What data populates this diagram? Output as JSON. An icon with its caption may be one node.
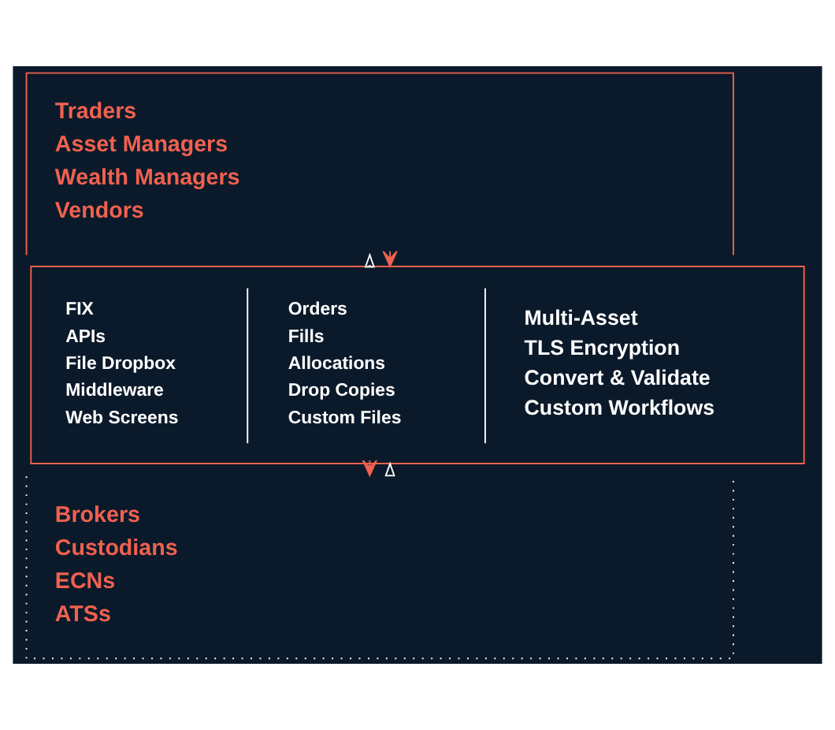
{
  "diagram": {
    "nodes": [
      {
        "text": [
          "Traders",
          "Asset Managers",
          "Wealth Managers",
          "Vendors"
        ]
      },
      {
        "text": [],
        "shape": "box"
      },
      {
        "text": [
          "FIX",
          "APIs",
          "File Dropbox",
          "Middleware",
          "Web Screens"
        ],
        "in": 1
      },
      {
        "text": [
          "Orders",
          "Fills",
          "Allocations",
          "Drop Copies",
          "Custom Files"
        ],
        "in": 1
      },
      {
        "text": [
          "Multi-Asset",
          "TLS Encryption",
          "Convert & Validate",
          "Custom Workflows"
        ],
        "in": 1
      },
      {
        "text": [
          "Brokers",
          "Custodians",
          "ECNs",
          "ATSs"
        ]
      }
    ],
    "edges": [
      {
        "from": 0,
        "to": 1,
        "arrow": "to",
        "color": "#f0614f"
      },
      {
        "from": 1,
        "to": 0,
        "arrow": "to",
        "style": "dashed",
        "color": "#ffffff"
      },
      {
        "from": 1,
        "to": 5,
        "arrow": "to",
        "color": "#f0614f"
      },
      {
        "from": 5,
        "to": 1,
        "arrow": "to",
        "style": "dashed",
        "color": "#ffffff"
      }
    ]
  }
}
